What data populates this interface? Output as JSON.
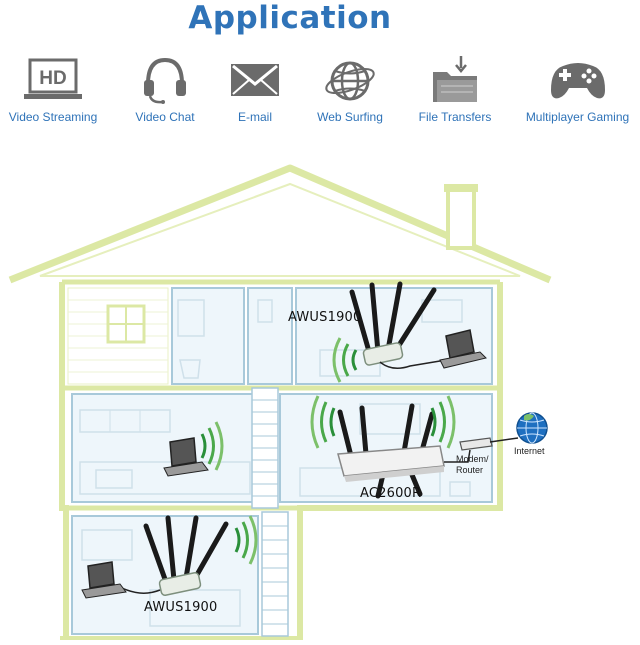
{
  "header": {
    "title": "Application"
  },
  "applications": [
    {
      "label": "Video Streaming",
      "icon": "hd-monitor-icon"
    },
    {
      "label": "Video Chat",
      "icon": "headset-icon"
    },
    {
      "label": "E-mail",
      "icon": "envelope-icon"
    },
    {
      "label": "Web Surfing",
      "icon": "globe-icon"
    },
    {
      "label": "File Transfers",
      "icon": "folder-download-icon"
    },
    {
      "label": "Multiplayer Gaming",
      "icon": "gamepad-icon"
    }
  ],
  "icon_text": {
    "hd": "HD"
  },
  "devices": {
    "adapter_top": "AWUS1900",
    "router": "AC2600R",
    "adapter_bottom": "AWUS1900",
    "modem_line1": "Modem/",
    "modem_line2": "Router",
    "internet": "Internet"
  },
  "colors": {
    "title": "#2f73b8",
    "icon": "#6b6b6b",
    "house_outline": "#dce8a4",
    "room_outline": "#a8c9da",
    "room_fill": "#eef6fb",
    "wave": "#2a8f3a"
  }
}
